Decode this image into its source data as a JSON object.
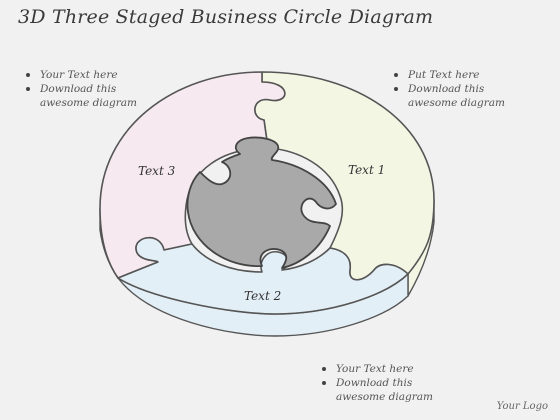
{
  "title": "3D Three Staged Business Circle Diagram",
  "notes_top_left": [
    "Your Text here",
    "Download this\nawesome diagram"
  ],
  "notes_top_right": [
    "Put Text here",
    "Download this\nawesome diagram"
  ],
  "notes_bottom": [
    "Your Text here",
    "Download this\nawesome diagram"
  ],
  "segments": [
    {
      "label": "Text 1",
      "color": "#f4f6e4"
    },
    {
      "label": "Text 2",
      "color": "#e3eff6"
    },
    {
      "label": "Text 3",
      "color": "#f6e9ef"
    }
  ],
  "center_color": "#a9a9a9",
  "logo": "Your Logo"
}
